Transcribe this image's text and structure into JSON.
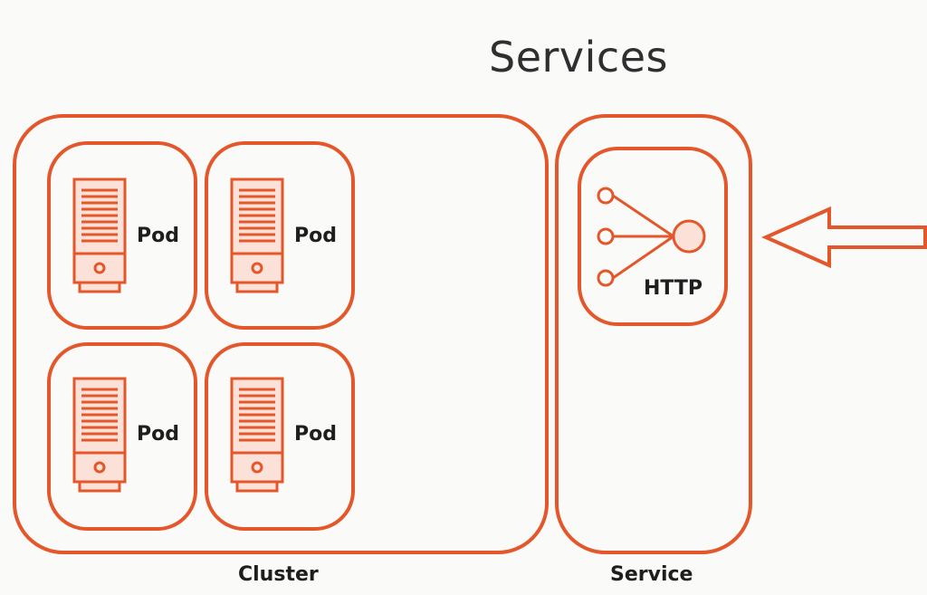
{
  "title": "Services",
  "cluster": {
    "label": "Cluster"
  },
  "service": {
    "label": "Service",
    "endpoint_label": "HTTP"
  },
  "pods": [
    {
      "label": "Pod"
    },
    {
      "label": "Pod"
    },
    {
      "label": "Pod"
    },
    {
      "label": "Pod"
    }
  ],
  "colors": {
    "accent": "#e3572b",
    "fill": "#fbe1d7",
    "text": "#1e1e1e",
    "title": "#2f2f2f"
  },
  "icons": {
    "pod": "server-icon",
    "service": "load-balancer-icon",
    "traffic": "arrow-left-icon"
  }
}
